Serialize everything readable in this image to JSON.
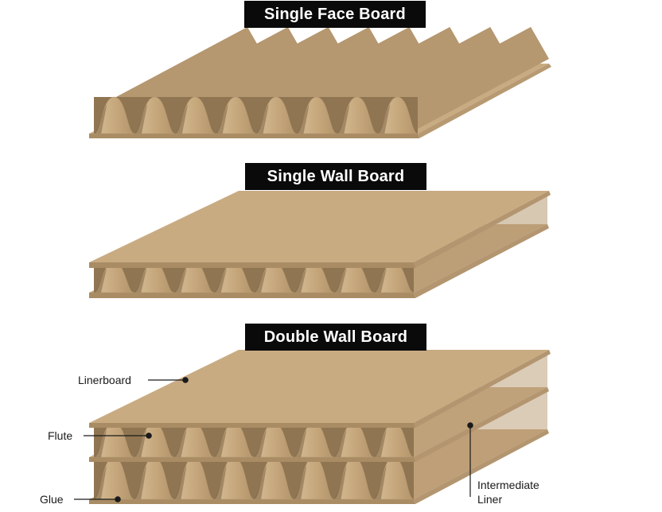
{
  "titles": {
    "single_face": "Single Face Board",
    "single_wall": "Single Wall Board",
    "double_wall": "Double Wall Board"
  },
  "callouts": {
    "linerboard": "Linerboard",
    "flute": "Flute",
    "glue": "Glue",
    "intermediate_line1": "Intermediate",
    "intermediate_line2": "Liner"
  },
  "colors": {
    "board_top": "#c9ab82",
    "board_edge": "#a98c64",
    "flute_light": "#d8c09a",
    "flute_shadow": "#8f7552",
    "title_bg": "#0a0a0a",
    "title_text": "#ffffff",
    "leader": "#1a1a1a"
  }
}
